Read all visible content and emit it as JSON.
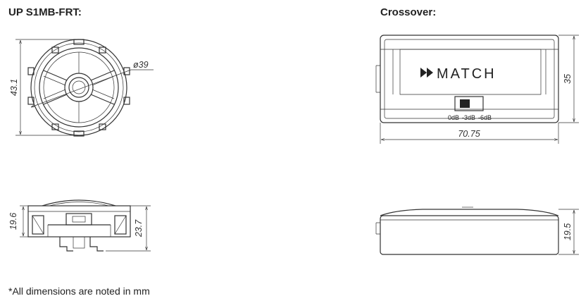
{
  "titles": {
    "speaker": "UP S1MB-FRT:",
    "crossover": "Crossover:"
  },
  "dimensions": {
    "speaker_height": "43.1",
    "speaker_diameter": "ø39",
    "speaker_depth_body": "19.6",
    "speaker_depth_total": "23.7",
    "crossover_width": "70.75",
    "crossover_height": "35",
    "crossover_depth": "19.5"
  },
  "crossover": {
    "brand": "MATCH",
    "switch_labels": [
      "0dB",
      "-3dB",
      "-6dB"
    ]
  },
  "footnote": "*All dimensions are noted in mm"
}
